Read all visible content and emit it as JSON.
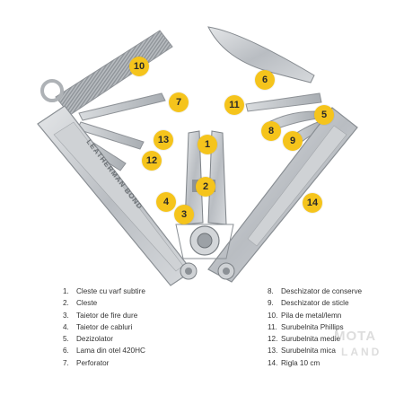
{
  "handle_engraving": "LEATHERMAN BOND",
  "colors": {
    "badge": "#f5c41c",
    "steel": "#c9ccd0",
    "steel_dark": "#9ea3a8"
  },
  "callouts": [
    "1",
    "2",
    "3",
    "4",
    "5",
    "6",
    "8",
    "9",
    "10",
    "11",
    "12",
    "13",
    "14",
    "7"
  ],
  "legend_left": [
    {
      "num": "1.",
      "text": "Cleste cu varf subtire"
    },
    {
      "num": "2.",
      "text": "Cleste"
    },
    {
      "num": "3.",
      "text": "Taietor de fire dure"
    },
    {
      "num": "4.",
      "text": "Taietor de cabluri"
    },
    {
      "num": "5.",
      "text": "Dezizolator"
    },
    {
      "num": "6.",
      "text": "Lama din otel 420HC"
    },
    {
      "num": "7.",
      "text": "Perforator"
    }
  ],
  "legend_right": [
    {
      "num": "8.",
      "text": "Deschizator de conserve"
    },
    {
      "num": "9.",
      "text": "Deschizator de sticle"
    },
    {
      "num": "10.",
      "text": "Pila de metal/lemn"
    },
    {
      "num": "11.",
      "text": "Surubelnita Phillips"
    },
    {
      "num": "12.",
      "text": "Surubelnita medie"
    },
    {
      "num": "13.",
      "text": "Surubelnita mica"
    },
    {
      "num": "14.",
      "text": "Rigla 10 cm"
    }
  ],
  "watermark": {
    "line1": "MOTA",
    "line2": "LAND"
  }
}
